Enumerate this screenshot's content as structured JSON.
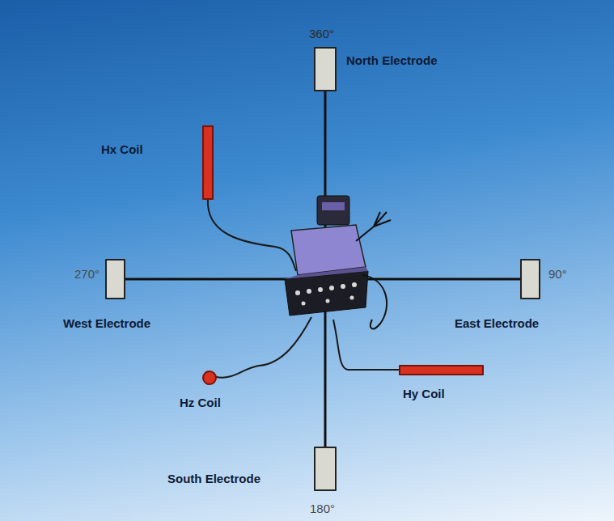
{
  "diagram": {
    "nodes": [
      {
        "text": [
          "North Electrode"
        ]
      },
      {
        "text": [
          "Hx Coil"
        ]
      },
      {
        "text": [
          "West Electrode"
        ]
      },
      {
        "text": [
          "East Electrode"
        ]
      },
      {
        "text": [
          "Hz Coil"
        ]
      },
      {
        "text": [
          "Hy Coil"
        ]
      },
      {
        "text": [
          "South Electrode"
        ]
      }
    ],
    "labels": [
      "360°",
      "270°",
      "90°",
      "180°"
    ]
  }
}
